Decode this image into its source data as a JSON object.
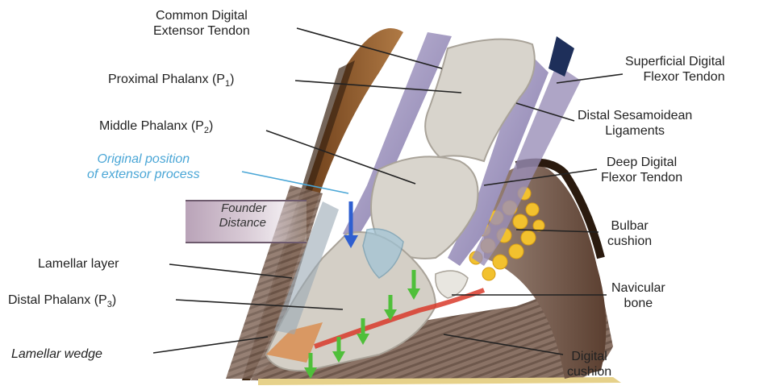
{
  "labels": {
    "common_extensor": [
      "Common Digital",
      "Extensor Tendon"
    ],
    "proximal_phalanx": "Proximal Phalanx (P",
    "proximal_sub": "1",
    "middle_phalanx": "Middle Phalanx (P",
    "middle_sub": "2",
    "original_position": [
      "Original position",
      "of extensor process"
    ],
    "founder_distance": [
      "Founder",
      "Distance"
    ],
    "lamellar_layer": "Lamellar layer",
    "distal_phalanx": "Distal Phalanx (P",
    "distal_sub": "3",
    "lamellar_wedge": "Lamellar wedge",
    "superficial_flexor": [
      "Superficial Digital",
      "Flexor Tendon"
    ],
    "distal_sesamoidean": [
      "Distal Sesamoidean",
      "Ligaments"
    ],
    "deep_flexor": [
      "Deep Digital",
      "Flexor Tendon"
    ],
    "bulbar_cushion": [
      "Bulbar",
      "cushion"
    ],
    "navicular_bone": [
      "Navicular",
      "bone"
    ],
    "digital_cushion": [
      "Digital",
      "cushion"
    ],
    "closing_paren": ")"
  },
  "colors": {
    "hoof_wall": "#6b3f1e",
    "bone": "#d8d4cc",
    "tendon": "#9a8fb8",
    "fat": "#f2c12e",
    "arrow_down": "#4fbf3a",
    "arrow_blue": "#2f5fd0",
    "original_position_text": "#4aa6d6"
  }
}
